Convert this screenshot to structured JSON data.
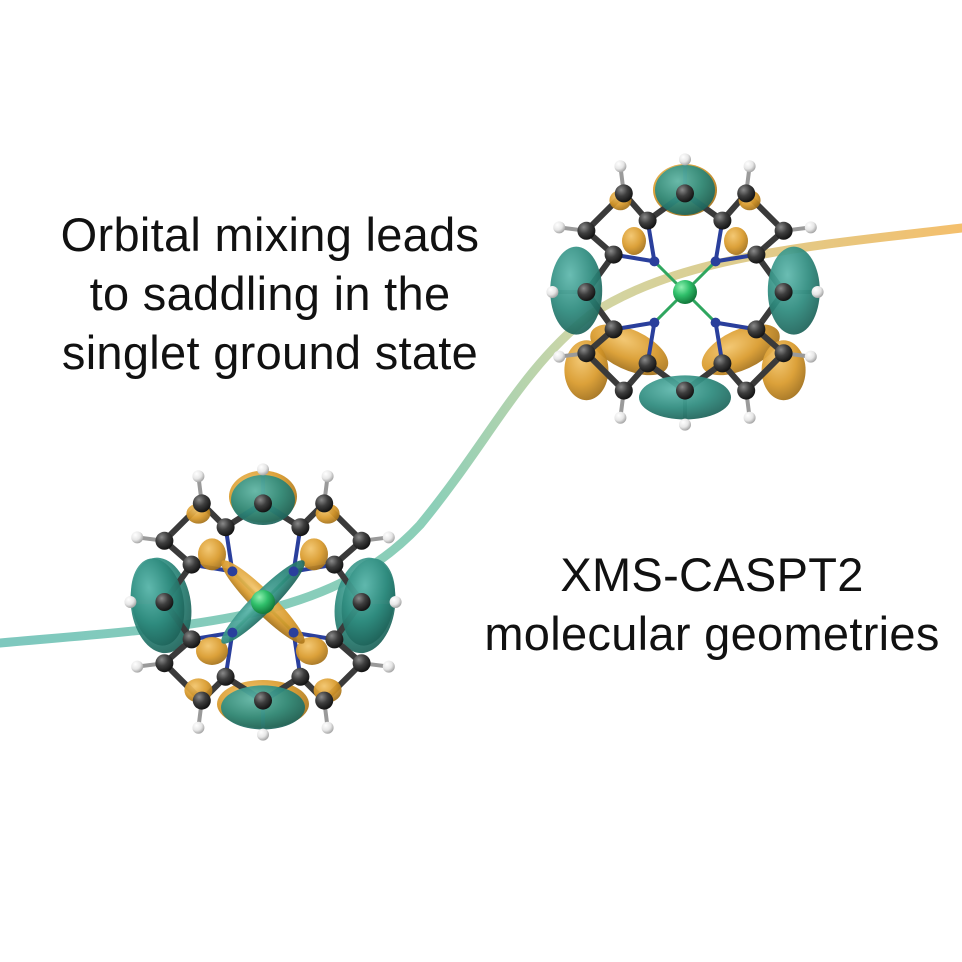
{
  "captions": {
    "orbital_mixing": [
      "Orbital mixing leads",
      "to saddling in the",
      "singlet ground state"
    ],
    "method": [
      "XMS-CASPT2",
      "molecular geometries"
    ]
  },
  "colors": {
    "orbital_positive": "#2e8b7e",
    "orbital_negative": "#d99a2b",
    "carbon": "#3a3a3a",
    "hydrogen": "#ededed",
    "nitrogen": "#2a3f9c",
    "metal": "#2fbf6a",
    "curve_start": "#7cc7bd",
    "curve_end": "#f2bf6e"
  },
  "molecules": [
    {
      "name": "saddled-geometry",
      "position": "lower-left"
    },
    {
      "name": "planar-geometry",
      "position": "upper-right"
    }
  ]
}
